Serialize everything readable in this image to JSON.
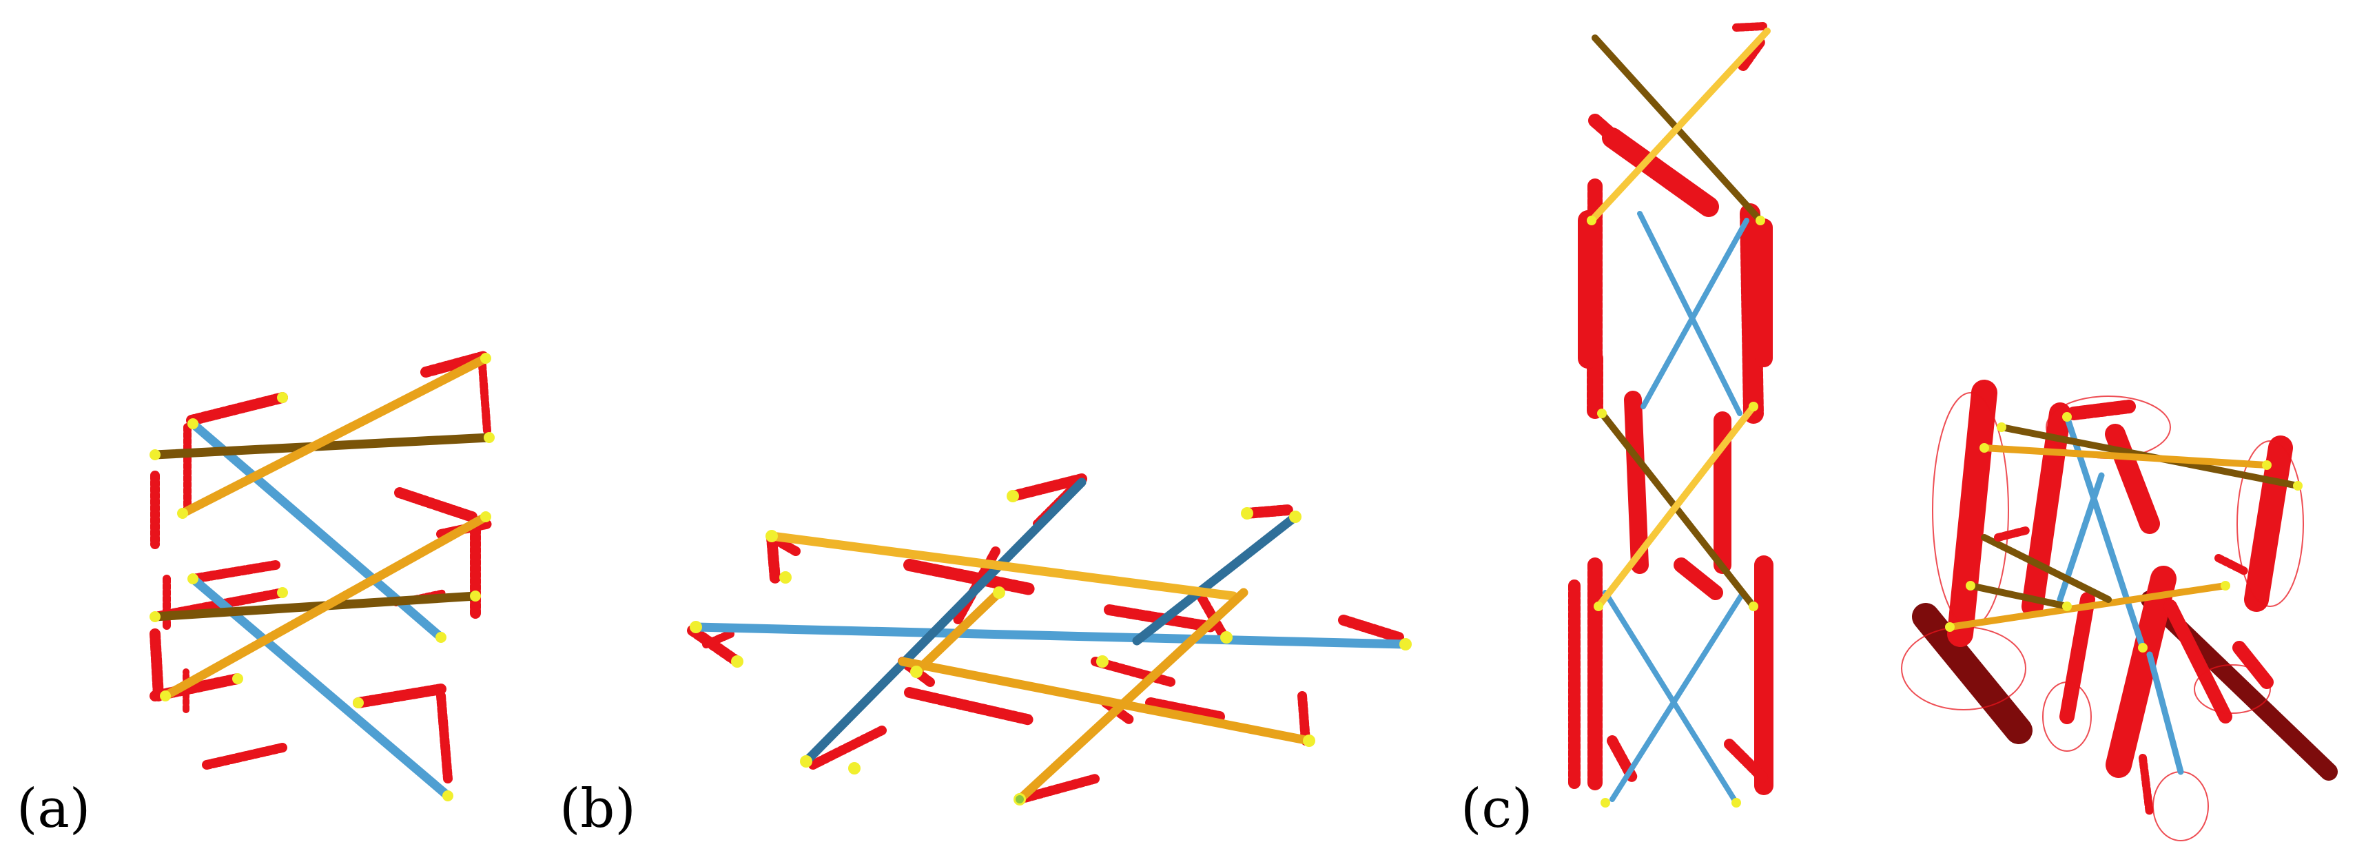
{
  "figure": {
    "panel_labels": {
      "a": "(a)",
      "b": "(b)",
      "c": "(c)"
    },
    "colors": {
      "strut_gold": "#e8a21a",
      "strut_gold_light": "#f7c83a",
      "strut_gold_dark": "#7a5408",
      "strut_blue": "#4f9fd2",
      "strut_blue_dark": "#2f6f99",
      "spring_red": "#e8131b",
      "spring_dark_red": "#7d0c0c",
      "node_yellow": "#f1ef2e",
      "node_green": "#8cc63f",
      "background": "#ffffff"
    }
  }
}
